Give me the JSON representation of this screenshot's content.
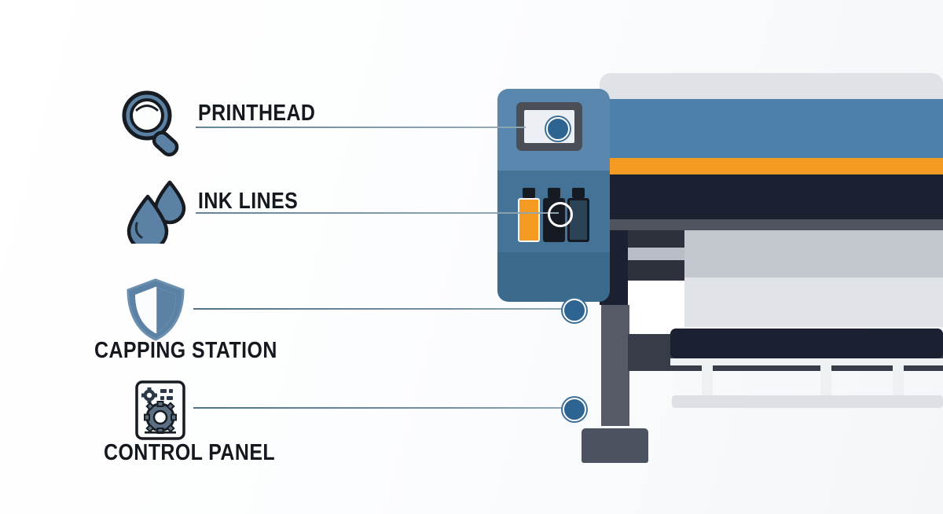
{
  "scene": {
    "title": "Large-format printer component callout diagram",
    "background_color": "#fdfdfd"
  },
  "callouts": [
    {
      "id": "printhead",
      "label": "PRINTHEAD",
      "icon": "magnifier-icon",
      "label_position": "right-of-icon",
      "connector": "filled-dot",
      "leader_color": "#5d7d91"
    },
    {
      "id": "ink-lines",
      "label": "INK LINES",
      "icon": "water-drops-icon",
      "label_position": "right-of-icon",
      "connector": "white-ring",
      "leader_color": "#5d7d91"
    },
    {
      "id": "capping-station",
      "label": "CAPPING STATION",
      "icon": "shield-icon",
      "label_position": "below-icon",
      "connector": "filled-dot",
      "leader_color": "#5d7d91"
    },
    {
      "id": "control-panel",
      "label": "CONTROL PANEL",
      "icon": "control-panel-icon",
      "label_position": "below-icon",
      "connector": "filled-dot",
      "leader_color": "#5d7d91"
    }
  ],
  "machine": {
    "name": "wide-format-printer",
    "tower": {
      "top_color": "#5987ad",
      "mid_color": "#457398",
      "bottom_color": "#3c6a8d",
      "screen_bezel_color": "#4a4f57",
      "screen_face_color": "#eceff3"
    },
    "ink_bottles": [
      {
        "id": "bottle-orange",
        "fill": "#f59a22",
        "outline": "#f4f7f9",
        "cap": "#151a23"
      },
      {
        "id": "bottle-dark-solid",
        "fill": "#151a23",
        "cap": "#151a23"
      },
      {
        "id": "bottle-dark-outline",
        "fill": "#1d2433",
        "cap": "#151a23"
      }
    ],
    "deck_bands": [
      {
        "id": "band-light-gray",
        "color": "#dfe3e8"
      },
      {
        "id": "band-blue",
        "color": "#4d81ab"
      },
      {
        "id": "band-orange",
        "color": "#f59a22"
      },
      {
        "id": "band-dark-navy",
        "color": "#1b2130"
      },
      {
        "id": "band-gray-strip",
        "color": "#4f545f"
      }
    ],
    "media": {
      "upper_color": "#c3c7ce",
      "lower_color": "#e0e4e9"
    },
    "frame": {
      "leg_dark_color": "#1b2130",
      "leg_gray_color": "#555a66",
      "foot_color": "#4d5260",
      "cross_bar_color": "#383c48",
      "roller_bar_color": "#1b2130",
      "rail_color": "#eef1f4"
    }
  },
  "colors": {
    "accent_blue": "#4d81ab",
    "accent_orange": "#f59a22",
    "connector_blue": "#2e6491",
    "text_dark": "#14181f",
    "icon_blue": "#5b82a5",
    "icon_outline": "#1b1f26"
  }
}
